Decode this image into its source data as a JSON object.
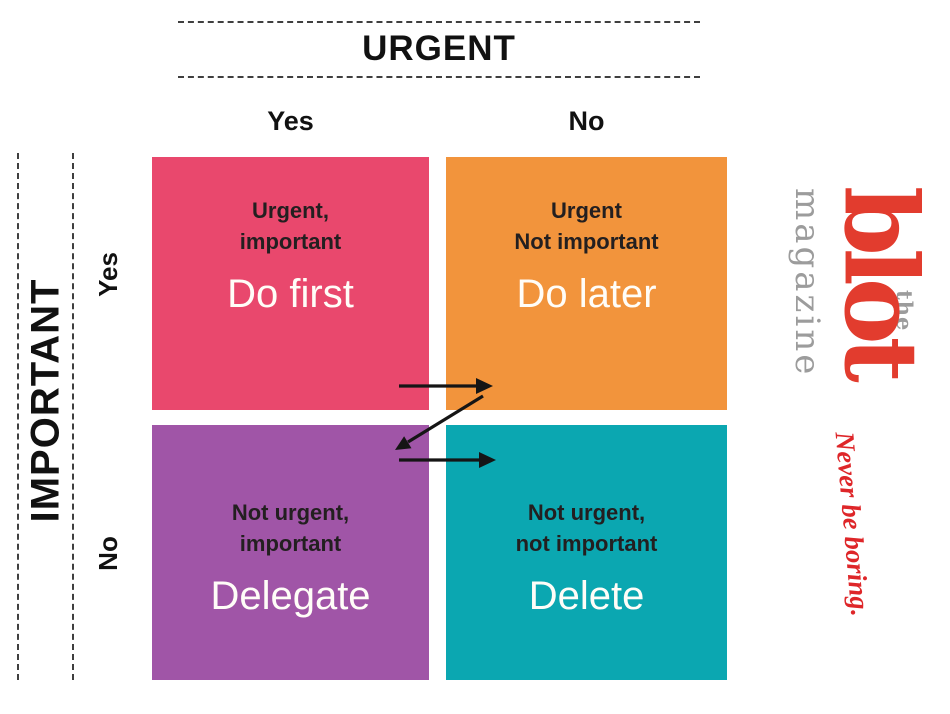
{
  "axes": {
    "urgent_title": "URGENT",
    "important_title": "IMPORTANT",
    "urgent_yes": "Yes",
    "urgent_no": "No",
    "important_yes": "Yes",
    "important_no": "No"
  },
  "quadrants": {
    "do_first": {
      "subtitle1": "Urgent,",
      "subtitle2": "important",
      "title": "Do first",
      "color": "#E9486D"
    },
    "do_later": {
      "subtitle1": "Urgent",
      "subtitle2": "Not important",
      "title": "Do later",
      "color": "#F2943C"
    },
    "delegate": {
      "subtitle1": "Not urgent,",
      "subtitle2": "important",
      "title": "Delegate",
      "color": "#A055A7"
    },
    "delete": {
      "subtitle1": "Not urgent,",
      "subtitle2": "not important",
      "title": "Delete",
      "color": "#0BA7B1"
    }
  },
  "branding": {
    "the": "the",
    "name": "blot",
    "magazine": "magazine",
    "tagline": "Never be boring.",
    "colors": {
      "logo_red": "#E23C2E",
      "logo_gray": "#9C9C9C",
      "tagline_red": "#DE2629"
    }
  }
}
